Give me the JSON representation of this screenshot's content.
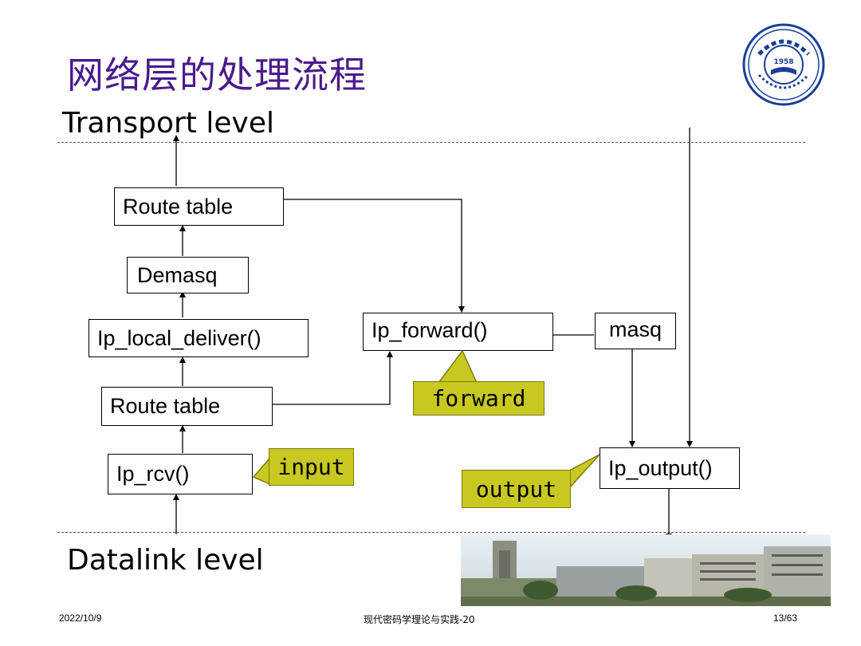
{
  "title": "网络层的处理流程",
  "levels": {
    "top": "Transport level",
    "bottom": "Datalink level"
  },
  "boxes": {
    "route_table_top": "Route table",
    "demasq": "Demasq",
    "ip_local_deliver": "Ip_local_deliver()",
    "route_table_mid": "Route table",
    "ip_rcv": "Ip_rcv()",
    "ip_forward": "Ip_forward()",
    "masq": "masq",
    "ip_output": "Ip_output()"
  },
  "callouts": {
    "input": "input",
    "forward": "forward",
    "output": "output"
  },
  "logo": {
    "year": "1958"
  },
  "footer": {
    "date": "2022/10/9",
    "course": "现代密码学理论与实践-20",
    "page": "13/63"
  },
  "colors": {
    "title": "#4b1a8c",
    "callout_fill": "#c8c820",
    "callout_border": "#7a7a10"
  }
}
